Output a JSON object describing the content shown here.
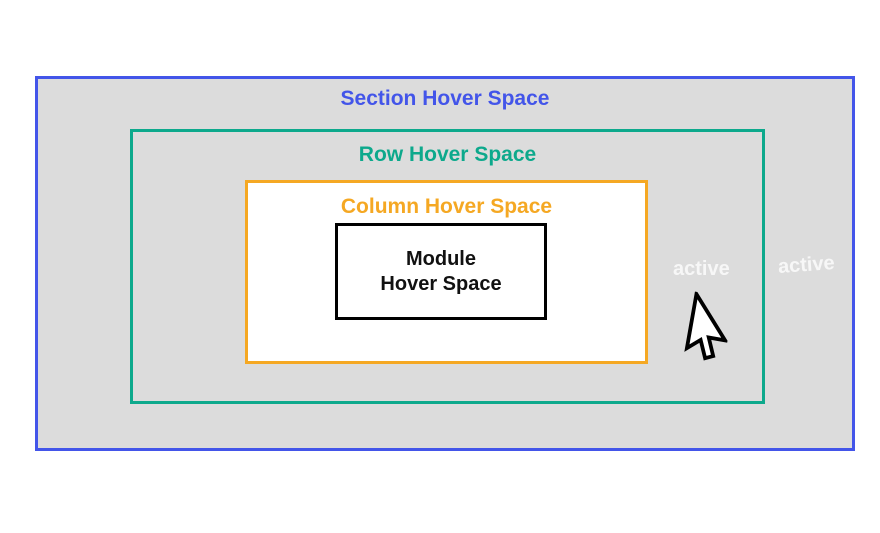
{
  "diagram": {
    "title_note": "nested hover spaces diagram",
    "section": {
      "label": "Section Hover Space",
      "color": "#4355e9",
      "bg": "#dcdcdc"
    },
    "row": {
      "label": "Row Hover Space",
      "color": "#0da98c",
      "bg": "#dcdcdc"
    },
    "column": {
      "label": "Column Hover Space",
      "color": "#f5a823",
      "bg": "#ffffff"
    },
    "module": {
      "label_line1": "Module",
      "label_line2": "Hover Space",
      "color": "#111111",
      "bg": "#ffffff"
    },
    "active_badges": {
      "row_gap_label": "active",
      "section_gap_label": "active",
      "color": "#f7f7f7"
    },
    "cursor": {
      "glyph": "arrow-pointer",
      "fill": "#ffffff",
      "stroke": "#000000"
    }
  }
}
